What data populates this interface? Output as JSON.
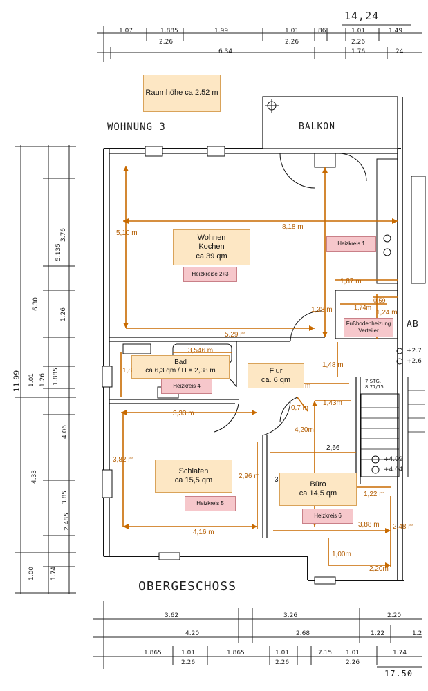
{
  "drawing": {
    "top_right_total": "14,24",
    "bottom_right_total": "17.50",
    "room_height_note": "Raumhöhe ca 2.52 m",
    "unit_title": "WOHNUNG 3",
    "balcony_label": "BALKON",
    "floor_title": "OBERGESCHOSS",
    "stair_label": "7 STG.",
    "abstell_label": "AB"
  },
  "rooms": [
    {
      "id": "wohnen",
      "name": "Wohnen\nKochen",
      "area": "ca 39 qm",
      "heating": "Heizkreise 2+3"
    },
    {
      "id": "bad",
      "name": "Bad",
      "area": "ca 6,3 qm / H = 2,38  m",
      "heating": "Heizkreis 4"
    },
    {
      "id": "flur",
      "name": "Flur",
      "area": "ca. 6 qm"
    },
    {
      "id": "schlafen",
      "name": "Schlafen",
      "area": "ca 15,5 qm",
      "heating": "Heizkreis 5"
    },
    {
      "id": "buero",
      "name": "Büro",
      "area": "ca 14,5 qm",
      "heating": "Heizkreis 6"
    }
  ],
  "heating_labels": {
    "heizkreis1": "Heizkreis 1",
    "distributor": "Fußbodenheizung\nVerteiler"
  },
  "dimensions": {
    "d_818": "8,18 m",
    "d_510": "5,10 m",
    "d_529": "5,29 m",
    "d_187": "1,87 m",
    "d_059": "0,59",
    "d_174": "1,74m",
    "d_124": "1,24 m",
    "d_138": "1,38 m",
    "d_148": "1,48 m",
    "d_3546": "3,546 m",
    "d_18": "1,8",
    "d_m": "m",
    "d_333": "3,33 m",
    "d_382": "3,82 m",
    "d_296": "2,96 m",
    "d_416": "4,16 m",
    "d_07": "0,7 m",
    "d_143": "1,43m",
    "d_420": "4,20m",
    "d_266": "2,66",
    "d_3": "3",
    "d_122": "1,22 m",
    "d_388": "3,88 m",
    "d_248": "2,48 m",
    "d_100": "1,00m",
    "d_220": "2,20m"
  },
  "pen_dims": {
    "top1": [
      "1.07",
      "1.885",
      "1.99",
      "1.01",
      "86",
      "1.01",
      "1.49"
    ],
    "top1b": [
      "2.26",
      "2.26",
      "2.26"
    ],
    "top2": [
      "6.34",
      "1.76",
      "24"
    ],
    "left": [
      "11.99",
      "6.30",
      "5.135",
      "3.76",
      "1.26",
      "1.01",
      "1.26",
      "1.885",
      "4.06",
      "4.33",
      "3.85",
      "2.485",
      "1.00",
      "1.74"
    ],
    "bottom1": [
      "3.62",
      "3.26",
      "2.20"
    ],
    "bottom2": [
      "4.20",
      "2.68",
      "1.22",
      "1.2"
    ],
    "bottom3": [
      "1.865",
      "1.01",
      "1.865",
      "1.01",
      "7.15",
      "1.01",
      "1.74"
    ],
    "bottom3b": [
      "2.26",
      "2.26",
      "2.26"
    ],
    "levels": [
      "+2.7",
      "+2.6",
      "+4.09",
      "+4.04"
    ],
    "stair_count": "8.77/15"
  }
}
